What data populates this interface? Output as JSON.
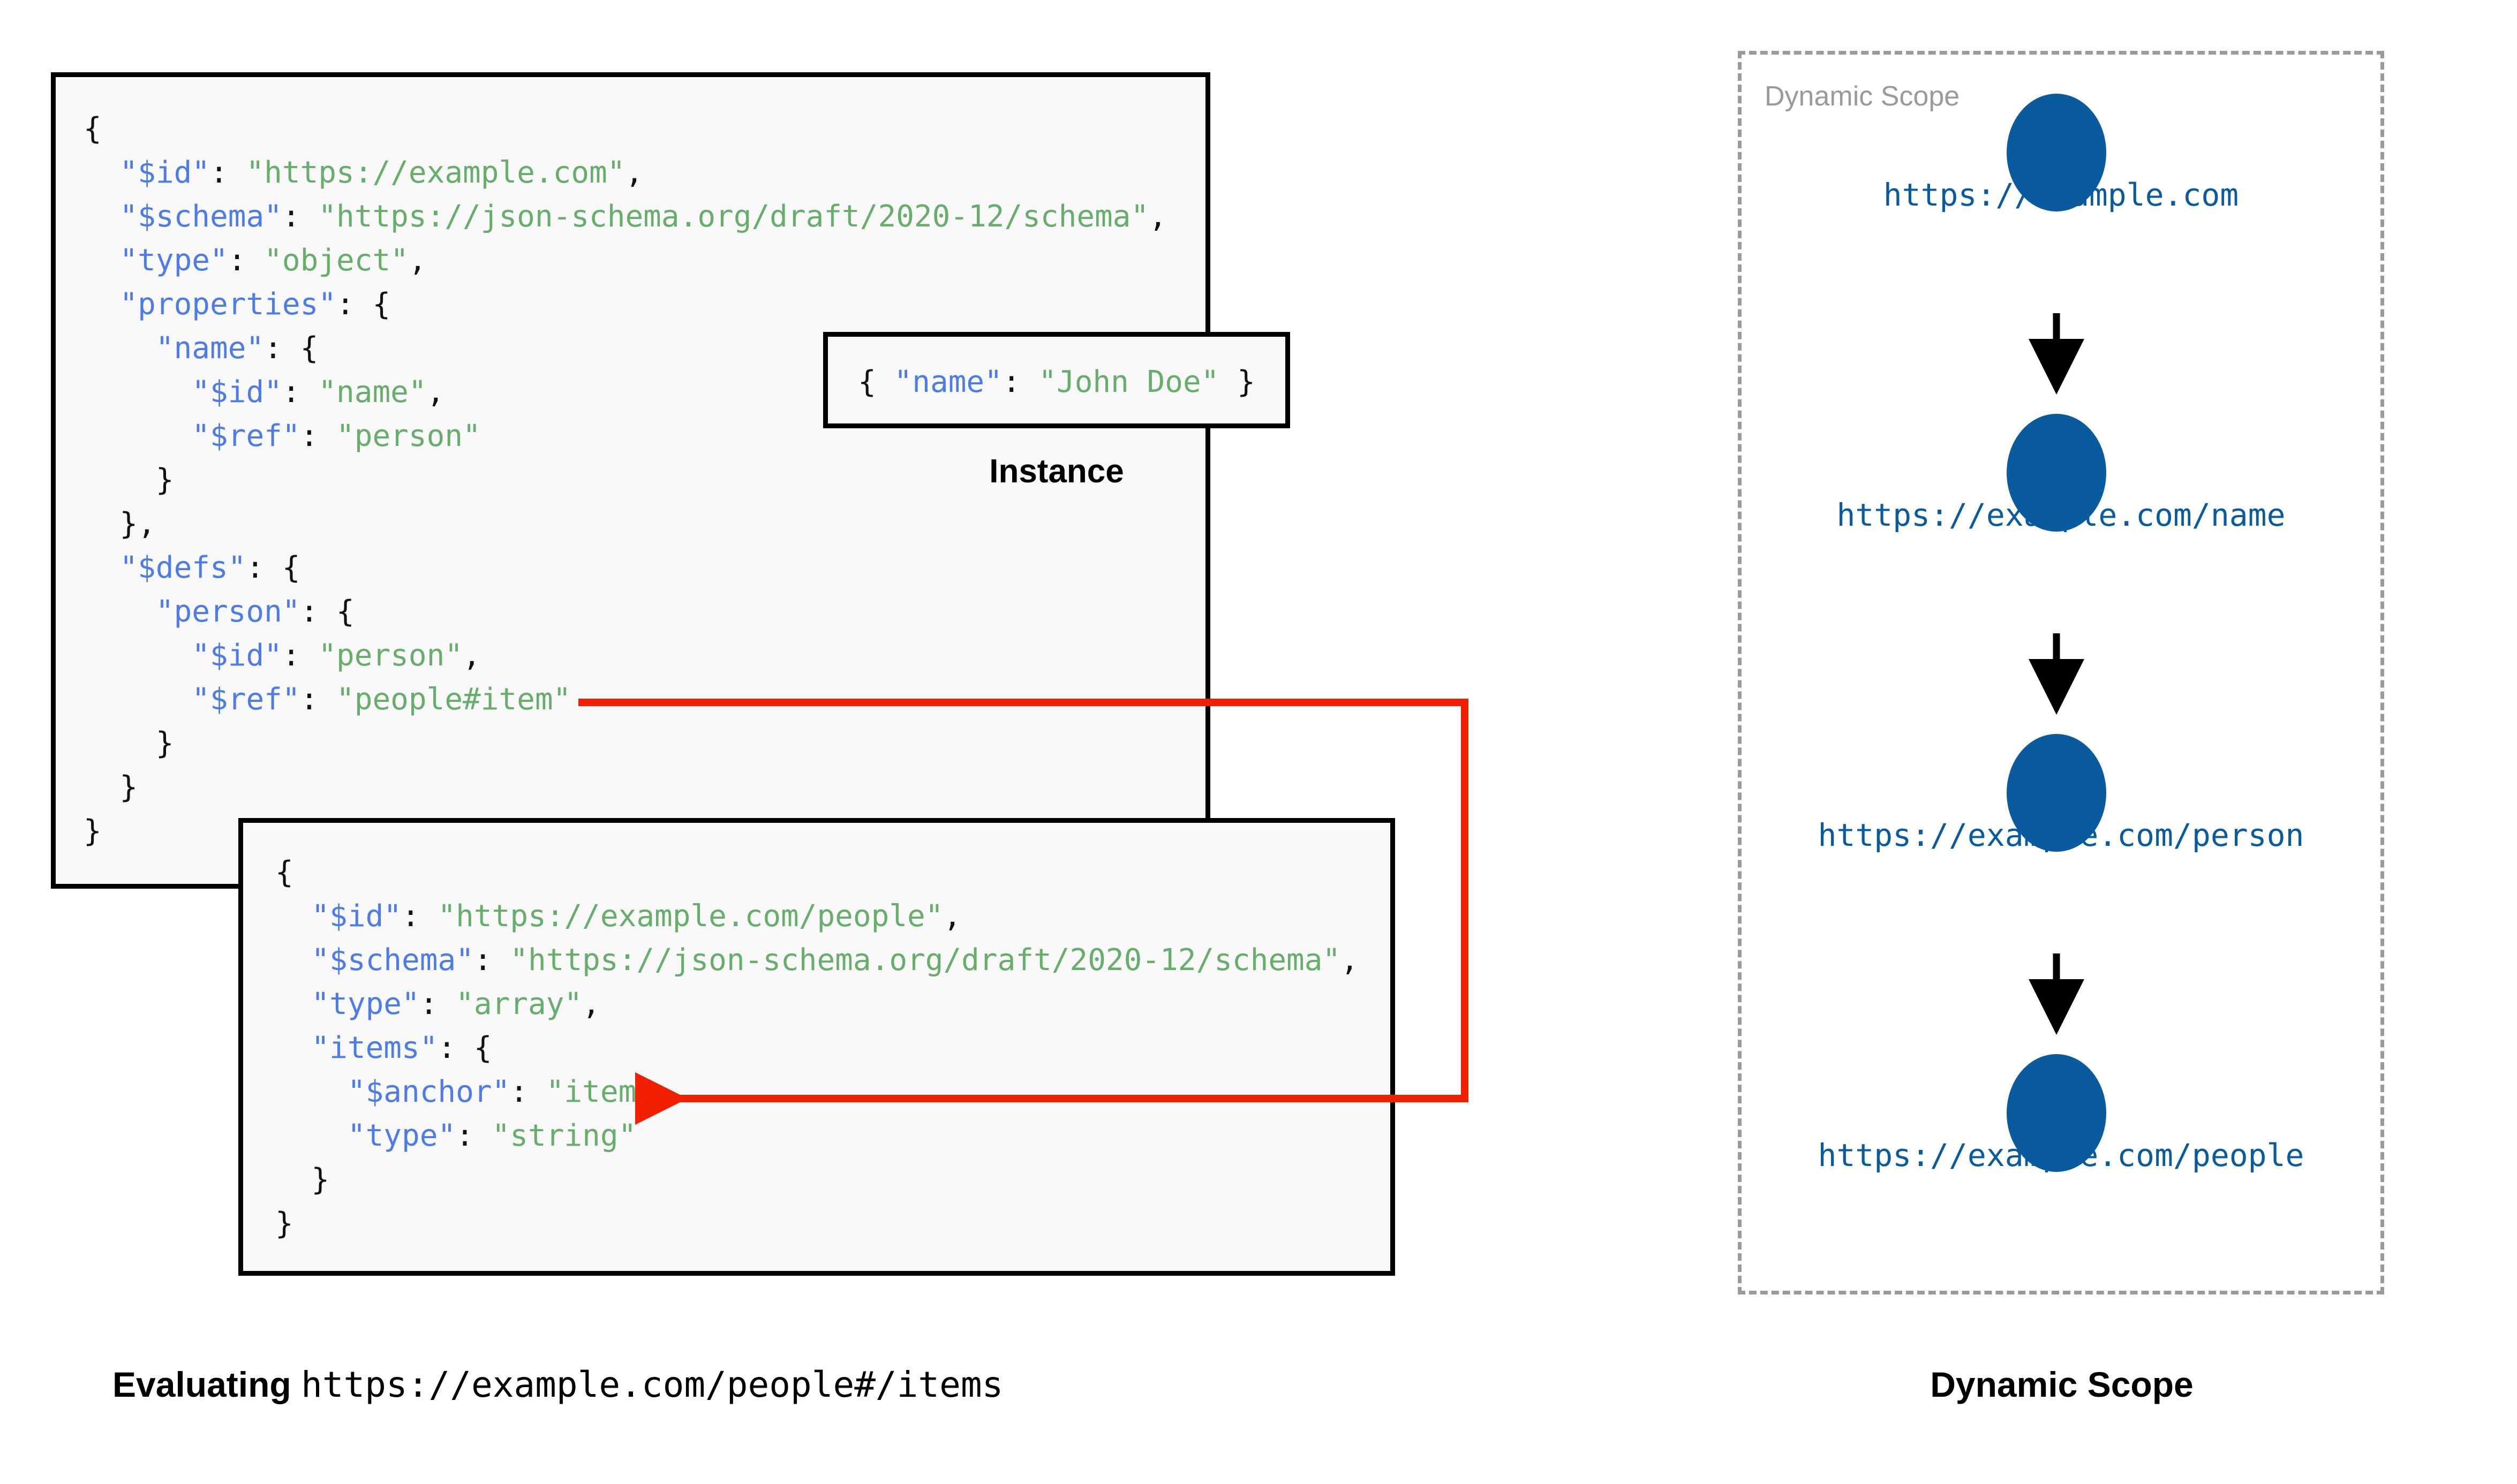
{
  "colors": {
    "json_key": "#4d7ce8",
    "json_value": "#67ad6b",
    "punctuation": "#111111",
    "node_fill": "#0a5a9e",
    "node_label": "#0a5a9e",
    "ref_arrow": "#f02000",
    "scope_border": "#9a9a9a",
    "box_border": "#000000",
    "box_bg": "#f8f8f8"
  },
  "schema_root": {
    "lines": [
      [
        {
          "t": "{",
          "c": "p"
        }
      ],
      [
        {
          "t": "  ",
          "c": "p"
        },
        {
          "t": "\"$id\"",
          "c": "k"
        },
        {
          "t": ": ",
          "c": "p"
        },
        {
          "t": "\"https://example.com\"",
          "c": "v"
        },
        {
          "t": ",",
          "c": "p"
        }
      ],
      [
        {
          "t": "  ",
          "c": "p"
        },
        {
          "t": "\"$schema\"",
          "c": "k"
        },
        {
          "t": ": ",
          "c": "p"
        },
        {
          "t": "\"https://json-schema.org/draft/2020-12/schema\"",
          "c": "v"
        },
        {
          "t": ",",
          "c": "p"
        }
      ],
      [
        {
          "t": "  ",
          "c": "p"
        },
        {
          "t": "\"type\"",
          "c": "k"
        },
        {
          "t": ": ",
          "c": "p"
        },
        {
          "t": "\"object\"",
          "c": "v"
        },
        {
          "t": ",",
          "c": "p"
        }
      ],
      [
        {
          "t": "  ",
          "c": "p"
        },
        {
          "t": "\"properties\"",
          "c": "k"
        },
        {
          "t": ": {",
          "c": "p"
        }
      ],
      [
        {
          "t": "    ",
          "c": "p"
        },
        {
          "t": "\"name\"",
          "c": "k"
        },
        {
          "t": ": {",
          "c": "p"
        }
      ],
      [
        {
          "t": "      ",
          "c": "p"
        },
        {
          "t": "\"$id\"",
          "c": "k"
        },
        {
          "t": ": ",
          "c": "p"
        },
        {
          "t": "\"name\"",
          "c": "v"
        },
        {
          "t": ",",
          "c": "p"
        }
      ],
      [
        {
          "t": "      ",
          "c": "p"
        },
        {
          "t": "\"$ref\"",
          "c": "k"
        },
        {
          "t": ": ",
          "c": "p"
        },
        {
          "t": "\"person\"",
          "c": "v"
        }
      ],
      [
        {
          "t": "    }",
          "c": "p"
        }
      ],
      [
        {
          "t": "  },",
          "c": "p"
        }
      ],
      [
        {
          "t": "  ",
          "c": "p"
        },
        {
          "t": "\"$defs\"",
          "c": "k"
        },
        {
          "t": ": {",
          "c": "p"
        }
      ],
      [
        {
          "t": "    ",
          "c": "p"
        },
        {
          "t": "\"person\"",
          "c": "k"
        },
        {
          "t": ": {",
          "c": "p"
        }
      ],
      [
        {
          "t": "      ",
          "c": "p"
        },
        {
          "t": "\"$id\"",
          "c": "k"
        },
        {
          "t": ": ",
          "c": "p"
        },
        {
          "t": "\"person\"",
          "c": "v"
        },
        {
          "t": ",",
          "c": "p"
        }
      ],
      [
        {
          "t": "      ",
          "c": "p"
        },
        {
          "t": "\"$ref\"",
          "c": "k"
        },
        {
          "t": ": ",
          "c": "p"
        },
        {
          "t": "\"people#item\"",
          "c": "v"
        }
      ],
      [
        {
          "t": "    }",
          "c": "p"
        }
      ],
      [
        {
          "t": "  }",
          "c": "p"
        }
      ],
      [
        {
          "t": "}",
          "c": "p"
        }
      ]
    ]
  },
  "instance": {
    "caption": "Instance",
    "lines": [
      [
        {
          "t": "{ ",
          "c": "p"
        },
        {
          "t": "\"name\"",
          "c": "k"
        },
        {
          "t": ": ",
          "c": "p"
        },
        {
          "t": "\"John Doe\"",
          "c": "v"
        },
        {
          "t": " }",
          "c": "p"
        }
      ]
    ]
  },
  "schema_people": {
    "lines": [
      [
        {
          "t": "{",
          "c": "p"
        }
      ],
      [
        {
          "t": "  ",
          "c": "p"
        },
        {
          "t": "\"$id\"",
          "c": "k"
        },
        {
          "t": ": ",
          "c": "p"
        },
        {
          "t": "\"https://example.com/people\"",
          "c": "v"
        },
        {
          "t": ",",
          "c": "p"
        }
      ],
      [
        {
          "t": "  ",
          "c": "p"
        },
        {
          "t": "\"$schema\"",
          "c": "k"
        },
        {
          "t": ": ",
          "c": "p"
        },
        {
          "t": "\"https://json-schema.org/draft/2020-12/schema\"",
          "c": "v"
        },
        {
          "t": ",",
          "c": "p"
        }
      ],
      [
        {
          "t": "  ",
          "c": "p"
        },
        {
          "t": "\"type\"",
          "c": "k"
        },
        {
          "t": ": ",
          "c": "p"
        },
        {
          "t": "\"array\"",
          "c": "v"
        },
        {
          "t": ",",
          "c": "p"
        }
      ],
      [
        {
          "t": "  ",
          "c": "p"
        },
        {
          "t": "\"items\"",
          "c": "k"
        },
        {
          "t": ": {",
          "c": "p"
        }
      ],
      [
        {
          "t": "    ",
          "c": "p"
        },
        {
          "t": "\"$anchor\"",
          "c": "k"
        },
        {
          "t": ": ",
          "c": "p"
        },
        {
          "t": "\"item\"",
          "c": "v"
        },
        {
          "t": ",",
          "c": "p"
        }
      ],
      [
        {
          "t": "    ",
          "c": "p"
        },
        {
          "t": "\"type\"",
          "c": "k"
        },
        {
          "t": ": ",
          "c": "p"
        },
        {
          "t": "\"string\"",
          "c": "v"
        }
      ],
      [
        {
          "t": "  }",
          "c": "p"
        }
      ],
      [
        {
          "t": "}",
          "c": "p"
        }
      ]
    ]
  },
  "ref_link": {
    "from": "\"$ref\": \"people#item\"",
    "to": "\"$anchor\": \"item\""
  },
  "captions": {
    "left_label": "Evaluating ",
    "left_uri": "https://example.com/people#/items",
    "right": "Dynamic Scope"
  },
  "dynamic_scope": {
    "panel_label": "Dynamic Scope",
    "nodes": [
      {
        "label": "https://example.com"
      },
      {
        "label": "https://example.com/name"
      },
      {
        "label": "https://example.com/person"
      },
      {
        "label": "https://example.com/people"
      }
    ]
  }
}
